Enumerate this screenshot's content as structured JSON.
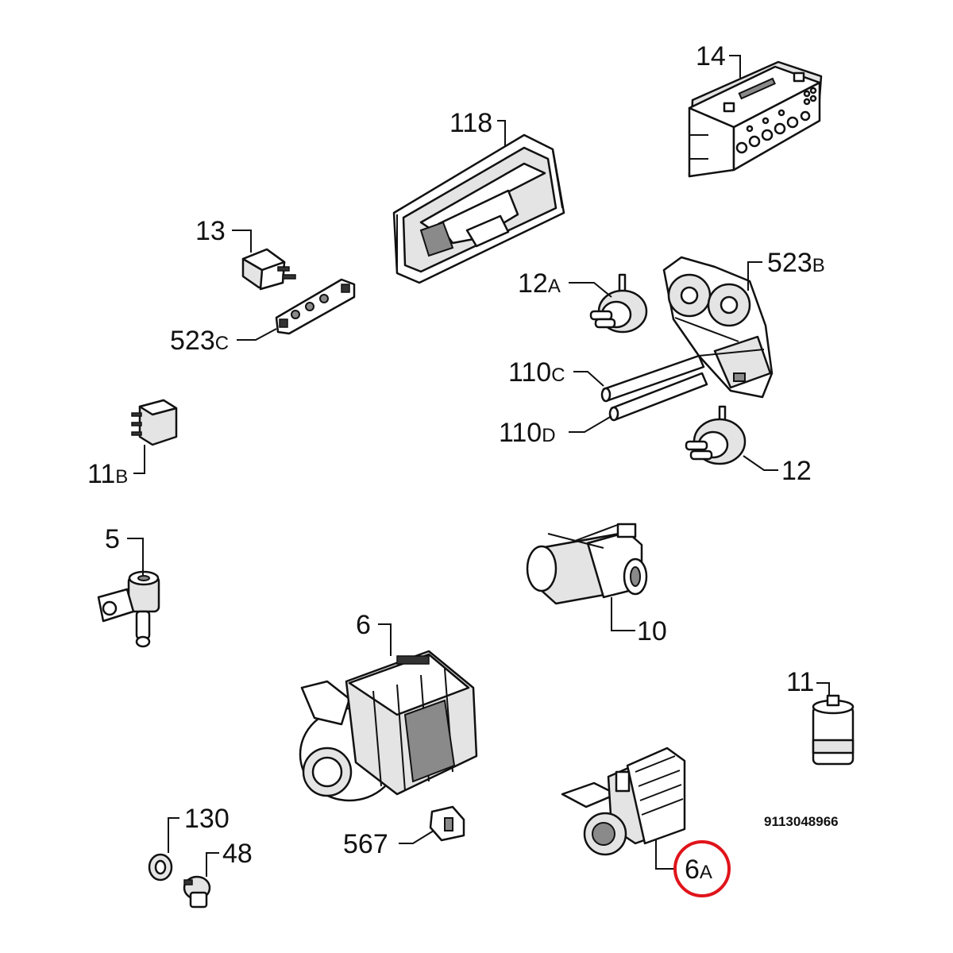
{
  "diagram": {
    "reference_number": "9113048966",
    "highlight_color": "#e0141b",
    "callouts": {
      "p14": {
        "num": "14",
        "suffix": ""
      },
      "p118": {
        "num": "118",
        "suffix": ""
      },
      "p13": {
        "num": "13",
        "suffix": ""
      },
      "p523b": {
        "num": "523",
        "suffix": "B"
      },
      "p12a": {
        "num": "12",
        "suffix": "A"
      },
      "p523c": {
        "num": "523",
        "suffix": "C"
      },
      "p110c": {
        "num": "110",
        "suffix": "C"
      },
      "p110d": {
        "num": "110",
        "suffix": "D"
      },
      "p12": {
        "num": "12",
        "suffix": ""
      },
      "p11b": {
        "num": "11",
        "suffix": "B"
      },
      "p5": {
        "num": "5",
        "suffix": ""
      },
      "p10": {
        "num": "10",
        "suffix": ""
      },
      "p6": {
        "num": "6",
        "suffix": ""
      },
      "p11": {
        "num": "11",
        "suffix": ""
      },
      "p130": {
        "num": "130",
        "suffix": ""
      },
      "p48": {
        "num": "48",
        "suffix": ""
      },
      "p567": {
        "num": "567",
        "suffix": ""
      },
      "p6a": {
        "num": "6",
        "suffix": "A"
      }
    }
  }
}
